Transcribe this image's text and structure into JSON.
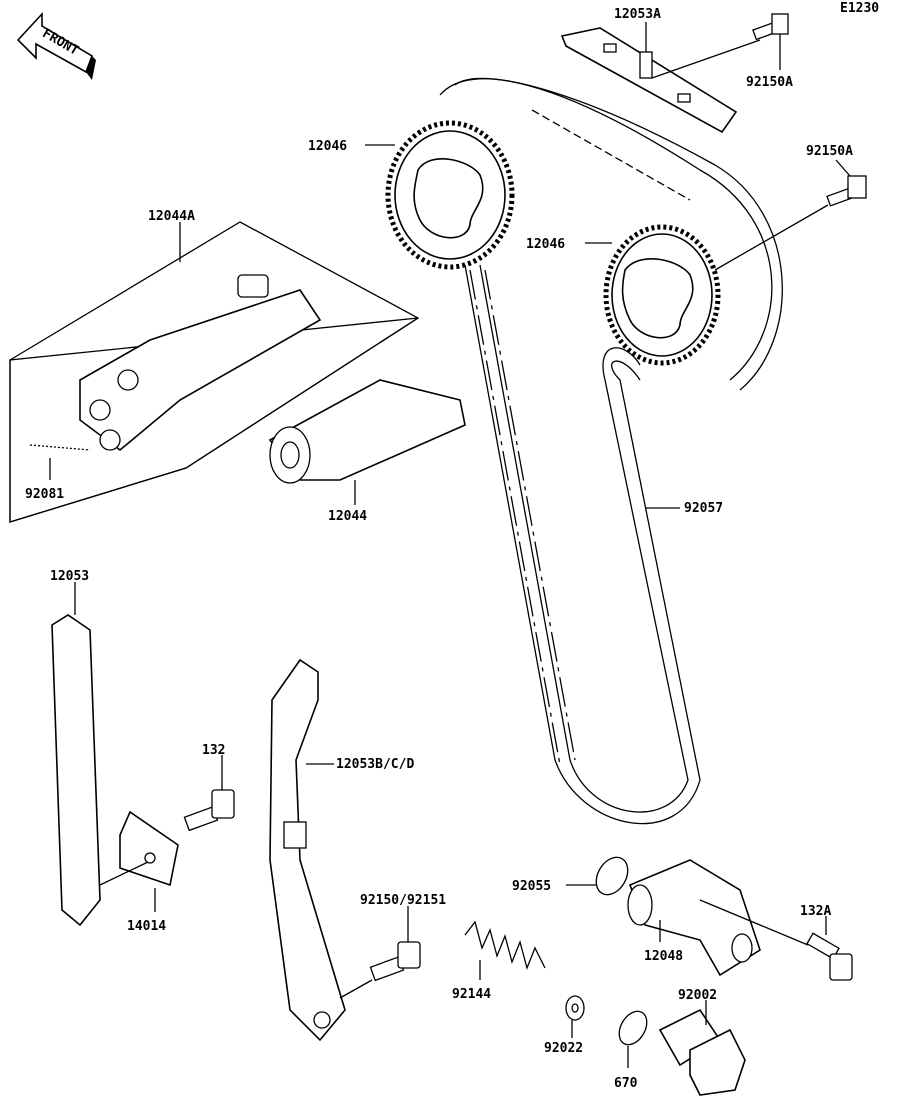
{
  "diagram_code": "E1230",
  "front_label": "FRONT",
  "colors": {
    "line": "#000000",
    "background": "#ffffff"
  },
  "parts": {
    "p12053A": "12053A",
    "p92150A_top": "92150A",
    "p92150A_right": "92150A",
    "p12046_left": "12046",
    "p12046_right": "12046",
    "p12044A": "12044A",
    "p92081": "92081",
    "p12044": "12044",
    "p92057": "92057",
    "p12053": "12053",
    "p132": "132",
    "p12053BCD": "12053B/C/D",
    "p14014": "14014",
    "p92150_92151": "92150/92151",
    "p92144": "92144",
    "p92055": "92055",
    "p12048": "12048",
    "p132A": "132A",
    "p92002": "92002",
    "p92022": "92022",
    "p670": "670"
  }
}
